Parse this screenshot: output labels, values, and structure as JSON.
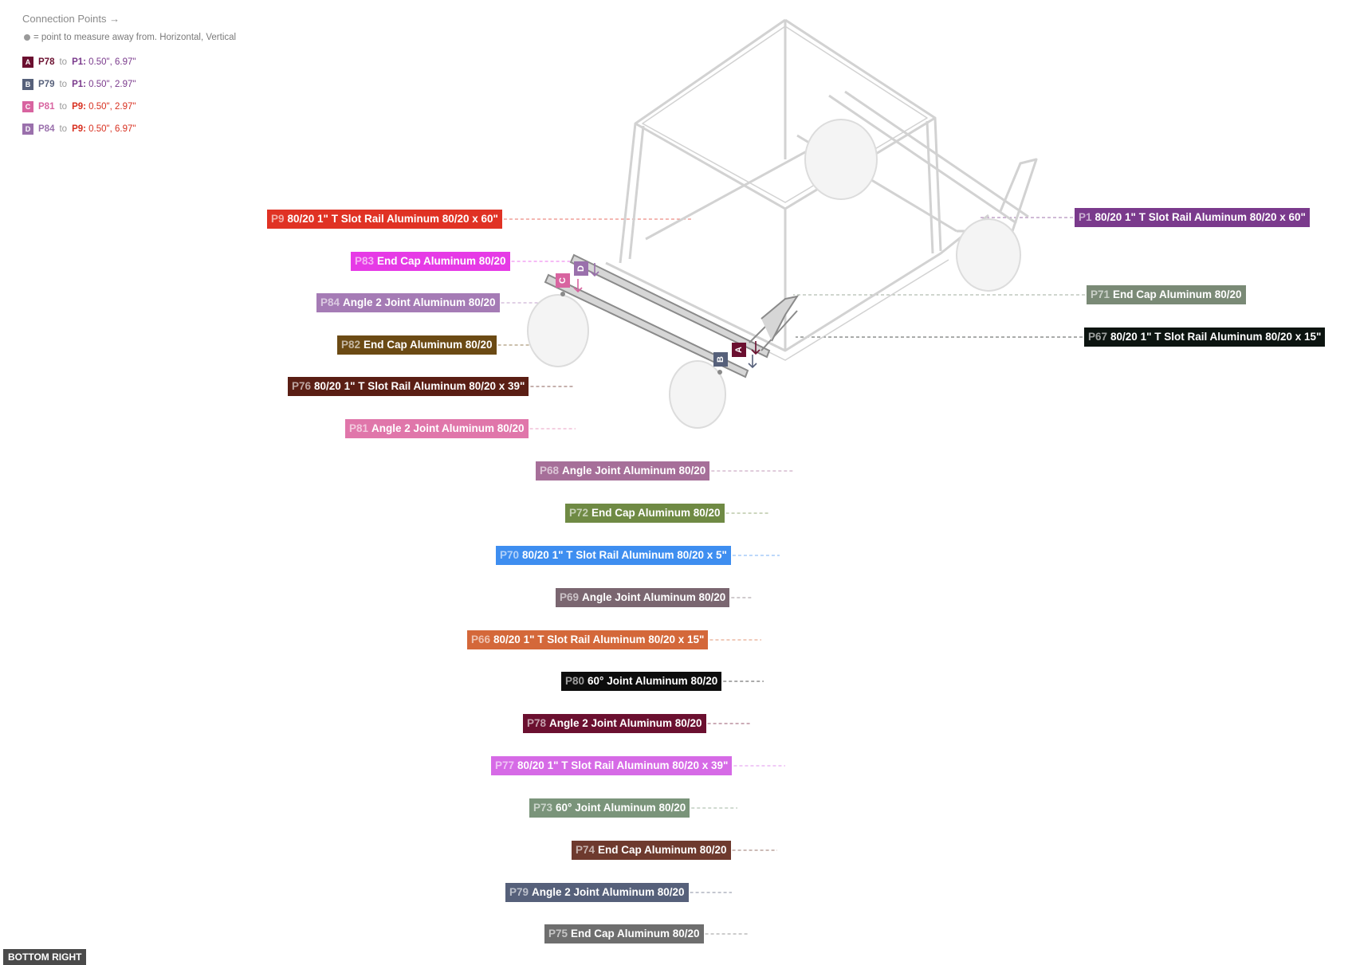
{
  "legend": {
    "title": "Connection Points →",
    "note": "= point to measure away from. Horizontal, Vertical",
    "rows": [
      {
        "badge": "A",
        "part": "P78",
        "to": "to",
        "target": "P1:",
        "value": "0.50\", 6.97\"",
        "color": "#6b1030",
        "target_color": "#7a3a8c"
      },
      {
        "badge": "B",
        "part": "P79",
        "to": "to",
        "target": "P1:",
        "value": "0.50\", 2.97\"",
        "color": "#56607a",
        "target_color": "#7a3a8c"
      },
      {
        "badge": "C",
        "part": "P81",
        "to": "to",
        "target": "P9:",
        "value": "0.50\", 2.97\"",
        "color": "#d864a0",
        "target_color": "#d83020"
      },
      {
        "badge": "D",
        "part": "P84",
        "to": "to",
        "target": "P9:",
        "value": "0.50\", 6.97\"",
        "color": "#9a70ac",
        "target_color": "#d83020"
      }
    ]
  },
  "labels": [
    {
      "id": "P9",
      "text": "80/20 1\" T Slot Rail Aluminum 80/20 x 60\"",
      "color": "#e03224"
    },
    {
      "id": "P83",
      "text": "End Cap Aluminum 80/20",
      "color": "#e63ae6"
    },
    {
      "id": "P84",
      "text": "Angle 2 Joint Aluminum 80/20",
      "color": "#a57bb5"
    },
    {
      "id": "P82",
      "text": "End Cap Aluminum 80/20",
      "color": "#6b4a14"
    },
    {
      "id": "P76",
      "text": "80/20 1\" T Slot Rail Aluminum 80/20 x 39\"",
      "color": "#5a1e14"
    },
    {
      "id": "P81",
      "text": "Angle 2 Joint Aluminum 80/20",
      "color": "#e076aa"
    },
    {
      "id": "P68",
      "text": "Angle Joint Aluminum 80/20",
      "color": "#a66f99"
    },
    {
      "id": "P72",
      "text": "End Cap Aluminum 80/20",
      "color": "#6f8a44"
    },
    {
      "id": "P70",
      "text": "80/20 1\" T Slot Rail Aluminum 80/20 x 5\"",
      "color": "#3e8ef0"
    },
    {
      "id": "P69",
      "text": "Angle Joint Aluminum 80/20",
      "color": "#7a6670"
    },
    {
      "id": "P66",
      "text": "80/20 1\" T Slot Rail Aluminum 80/20 x 15\"",
      "color": "#d4683a"
    },
    {
      "id": "P80",
      "text": "60° Joint Aluminum 80/20",
      "color": "#0c0c0c"
    },
    {
      "id": "P78",
      "text": "Angle 2 Joint Aluminum 80/20",
      "color": "#6b1030"
    },
    {
      "id": "P77",
      "text": "80/20 1\" T Slot Rail Aluminum 80/20 x 39\"",
      "color": "#d66ae6"
    },
    {
      "id": "P73",
      "text": "60° Joint Aluminum 80/20",
      "color": "#7a947a"
    },
    {
      "id": "P74",
      "text": "End Cap Aluminum 80/20",
      "color": "#6e3a2e"
    },
    {
      "id": "P79",
      "text": "Angle 2 Joint Aluminum 80/20",
      "color": "#56607a"
    },
    {
      "id": "P75",
      "text": "End Cap Aluminum 80/20",
      "color": "#6e6e6e"
    },
    {
      "id": "P1",
      "text": "80/20 1\" T Slot Rail Aluminum 80/20 x 60\"",
      "color": "#7a3a8c"
    },
    {
      "id": "P71",
      "text": "End Cap Aluminum 80/20",
      "color": "#7a8a76"
    },
    {
      "id": "P67",
      "text": "80/20 1\" T Slot Rail Aluminum 80/20 x 15\"",
      "color": "#0c1410"
    }
  ],
  "markers": [
    {
      "letter": "A",
      "color": "#6b1030"
    },
    {
      "letter": "B",
      "color": "#56607a"
    },
    {
      "letter": "C",
      "color": "#d864a0"
    },
    {
      "letter": "D",
      "color": "#9a70ac"
    }
  ],
  "view_label": "BOTTOM RIGHT"
}
